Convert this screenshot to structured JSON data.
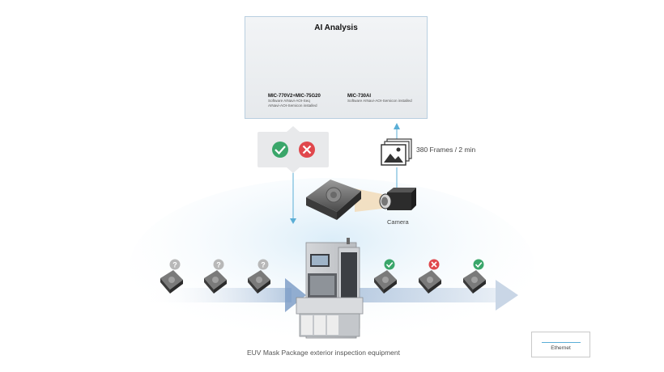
{
  "ai_panel": {
    "title": "AI Analysis",
    "devices": [
      {
        "model": "MIC-770V2+MIC-75G20",
        "software_line1": "Software AINavi-AOI-Seq",
        "software_line2": "AINavi-AOI-Semicon installed"
      },
      {
        "model": "MIC-730AI",
        "software_line1": "Software AINavi-AOI-Semicon installed"
      }
    ]
  },
  "frames_label": "380 Frames / 2 min",
  "camera_label": "Camera",
  "caption": "EUV Mask Package exterior inspection equipment",
  "legend": {
    "ethernet_label": "Ethernet"
  },
  "colors": {
    "ok": "#3aa66a",
    "ng": "#e0474c",
    "unknown": "#b8b8b8",
    "arrow": "#5aaed6",
    "flow": "#c7d7ea"
  },
  "icons": {
    "ok": "check-circle-icon",
    "ng": "x-circle-icon",
    "unknown": "question-circle-icon",
    "frames": "image-stack-icon"
  }
}
